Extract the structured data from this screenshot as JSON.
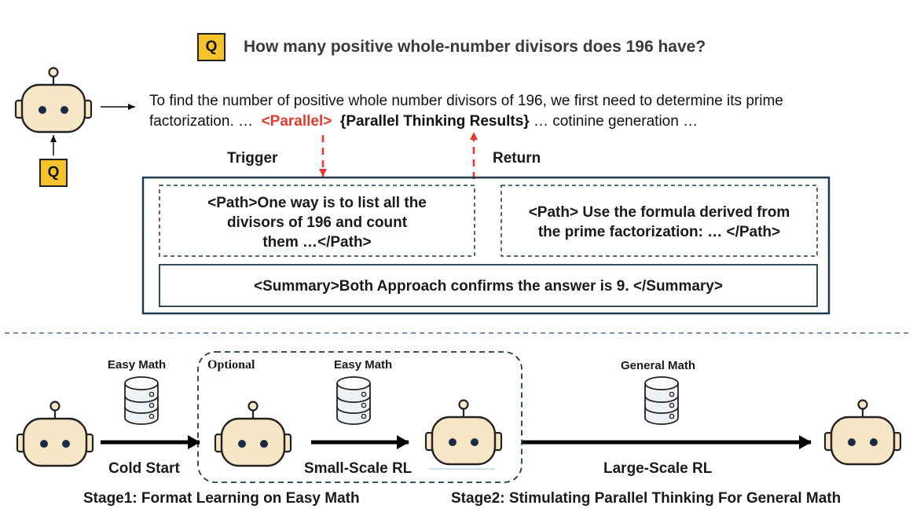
{
  "question": {
    "badge": "Q",
    "text": "How many positive whole-number divisors does 196 have?"
  },
  "reasoning": {
    "line1": "To find the number of positive whole number divisors of 196, we first need to  determine its prime",
    "line2_start": "factorization. …",
    "parallel_tag": "<Parallel>",
    "results": "{Parallel Thinking Results}",
    "line2_end": "… cotinine generation …"
  },
  "input_badge": "Q",
  "trigger_label": "Trigger",
  "return_label": "Return",
  "paths": [
    {
      "lines": [
        "<Path>One way is to list all the",
        "divisors of 196 and count",
        "them …</Path>"
      ]
    },
    {
      "lines": [
        "<Path> Use the formula derived from",
        "the prime factorization: … </Path>"
      ]
    }
  ],
  "summary": "<Summary>Both Approach confirms the answer is 9. </Summary>",
  "pipeline": {
    "optional_label": "Optional",
    "steps": [
      {
        "dataset": "Easy Math",
        "name": "Cold Start"
      },
      {
        "dataset": "Easy Math",
        "name": "Small-Scale RL"
      },
      {
        "dataset": "General Math",
        "name": "Large-Scale RL"
      }
    ],
    "stage1": "Stage1: Format Learning on Easy Math",
    "stage2": "Stage2: Stimulating Parallel Thinking For General Math"
  },
  "colors": {
    "robot_face": "#f7e6c6",
    "badge": "#f6c32a",
    "accent_red": "#e53a2f",
    "db_fill": "#eef1f5",
    "divider_blue": "#4a6f95"
  },
  "icons": [
    "robot-icon",
    "database-icon",
    "arrow-icon"
  ]
}
